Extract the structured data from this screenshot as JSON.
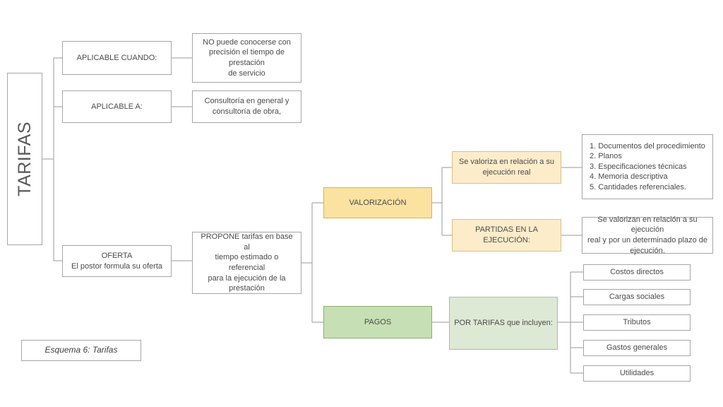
{
  "diagram": {
    "title": "Esquema 6:  Tarifas",
    "caption": "Esquema 6:  Tarifas",
    "root": {
      "label": "TARIFAS"
    },
    "branches": {
      "aplicable_cuando": {
        "label": "APLICABLE CUANDO:",
        "detail": "NO puede  conocerse con\nprecisión el tiempo de prestación\nde servicio"
      },
      "aplicable_a": {
        "label": "APLICABLE A:",
        "detail": "Consultoría  en general y\nconsultoría  de obra,"
      },
      "oferta": {
        "label": "OFERTA\nEl postor  formula su oferta",
        "detail": "PROPONE tarifas en base al\ntiempo estimado o referencial\npara la ejecución de  la prestación"
      },
      "valorizacion": {
        "label": "VALORIZACIÓN",
        "children": [
          {
            "label": "Se valoriza en relación a su\nejecución  real",
            "detail": "1. Documentos del procedimiento\n2. Planos\n3. Especificaciones  técnicas\n4. Memoria descriptiva\n5. Cantidades referenciales."
          },
          {
            "label": "PARTIDAS EN LA EJECUCIÓN:",
            "detail": "Se valorizan en relación a su ejecución\nreal y por un determinado plazo de\nejecución."
          }
        ]
      },
      "pagos": {
        "label": "PAGOS",
        "child": {
          "label": "POR TARIFAS que incluyen:",
          "items": [
            "Costos  directos",
            "Cargas sociales",
            "Tributos",
            "Gastos generales",
            "Utilidades"
          ]
        }
      }
    },
    "colors": {
      "page_background": "#ffffff",
      "connector": "#9a9a9a",
      "plain_border": "#a6a6a6",
      "text": "#4a4a4a",
      "yellow_fill": "#fbe2a0",
      "yellow_border": "#d9b44a",
      "yellow_light_fill": "#fcecca",
      "yellow_light_border": "#d9c086",
      "green_fill": "#c6dfb4",
      "green_border": "#8cae72",
      "green_light_fill": "#dde9d4",
      "green_light_border": "#a9c096"
    }
  }
}
